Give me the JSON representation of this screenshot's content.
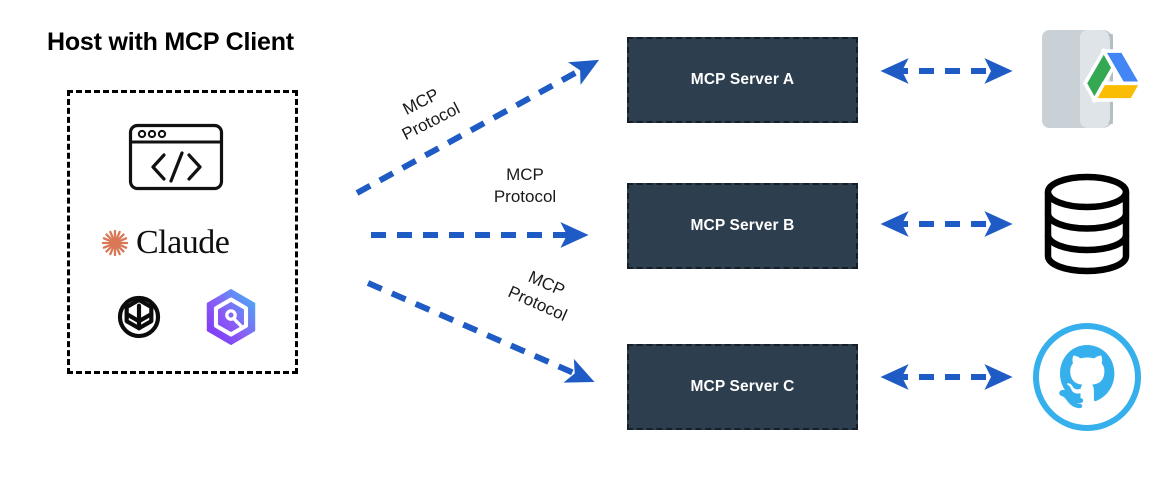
{
  "diagram": {
    "title": "Host with MCP Client",
    "host": {
      "icons": [
        {
          "name": "code-window-icon",
          "label": "</>"
        },
        {
          "name": "claude-logo",
          "label": "Claude"
        },
        {
          "name": "openai-logo",
          "label": "OpenAI"
        },
        {
          "name": "hexagon-app-logo",
          "label": "Hexagon App"
        }
      ]
    },
    "servers": [
      {
        "id": "server-a",
        "label": "MCP Server A"
      },
      {
        "id": "server-b",
        "label": "MCP Server B"
      },
      {
        "id": "server-c",
        "label": "MCP Server C"
      }
    ],
    "connections": [
      {
        "label": "MCP\nProtocol",
        "from": "host",
        "to": "MCP Server A",
        "style": "dashed-arrow",
        "direction": "one-way"
      },
      {
        "label": "MCP\nProtocol",
        "from": "host",
        "to": "MCP Server B",
        "style": "dashed-arrow",
        "direction": "one-way"
      },
      {
        "label": "MCP\nProtocol",
        "from": "host",
        "to": "MCP Server C",
        "style": "dashed-arrow",
        "direction": "one-way"
      }
    ],
    "resource_links": [
      {
        "from": "MCP Server A",
        "to": "google-drive-icon",
        "direction": "two-way",
        "style": "dashed-arrow"
      },
      {
        "from": "MCP Server B",
        "to": "database-icon",
        "direction": "two-way",
        "style": "dashed-arrow"
      },
      {
        "from": "MCP Server C",
        "to": "github-icon",
        "direction": "two-way",
        "style": "dashed-arrow"
      }
    ],
    "resources": [
      {
        "id": "google-drive",
        "name": "google-drive-icon",
        "label": "Google Drive"
      },
      {
        "id": "database",
        "name": "database-icon",
        "label": "Database"
      },
      {
        "id": "github",
        "name": "github-icon",
        "label": "GitHub"
      }
    ],
    "colors": {
      "arrow_blue": "#1f5bc4",
      "server_fill": "#2d3e4f",
      "server_border": "#161f28",
      "claude_orange": "#d97757",
      "github_blue": "#35b0ec",
      "drive_green": "#34a853",
      "drive_blue": "#4285f4",
      "drive_yellow": "#fbbc04",
      "folder_gray": "#c9d0d6",
      "background": "#ffffff"
    }
  }
}
